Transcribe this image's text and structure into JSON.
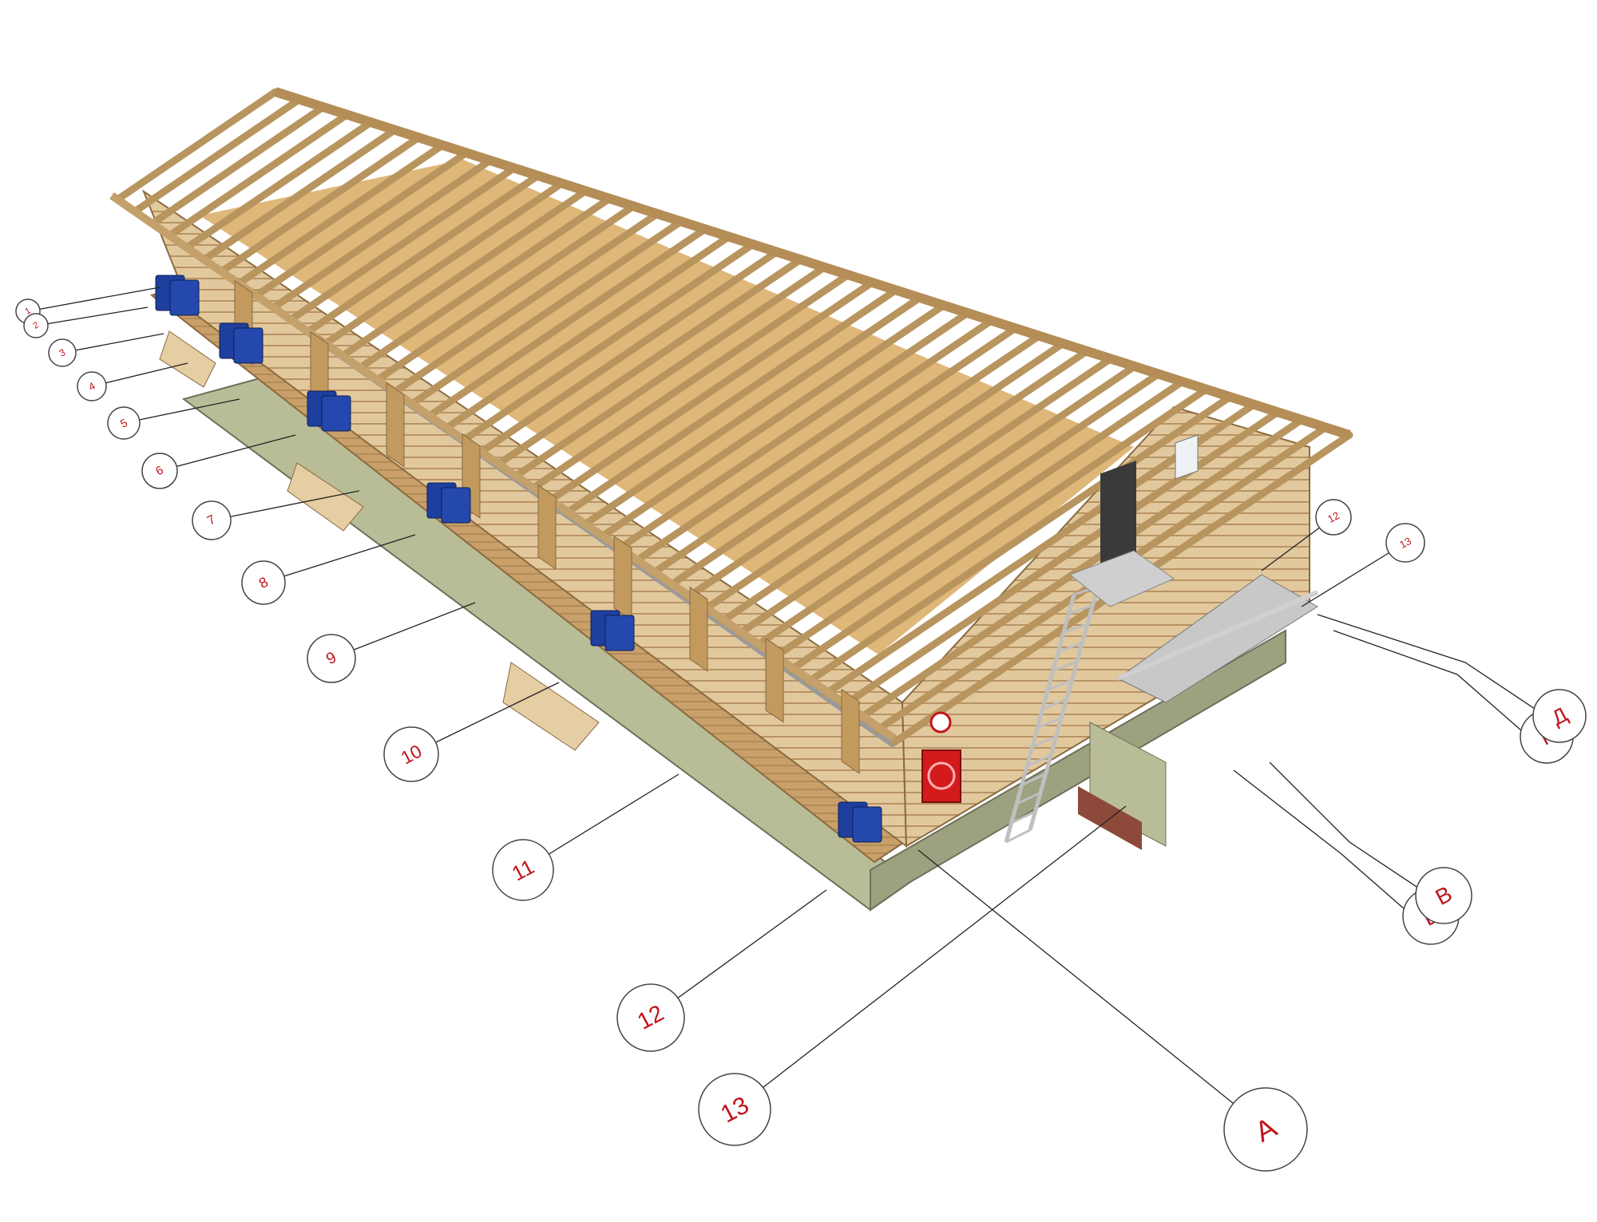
{
  "colors": {
    "leader": "#222222",
    "bubble_fill": "#ffffff",
    "bubble_stroke": "#444444",
    "bubble_text": "#c0141c",
    "timber_light": "#e8cfa6",
    "timber_mid": "#cfae7e",
    "timber_dark": "#a9875a",
    "floor": "#c79a55",
    "plinth": "#b9bd97",
    "plinth_dark": "#8f9276",
    "bin_blue": "#1f3f9e",
    "stair_metal": "#d8d8d8",
    "fire_cabinet": "#d21b1b"
  },
  "left_axes": [
    "1",
    "2",
    "3",
    "4",
    "5",
    "6",
    "7",
    "8",
    "9",
    "10",
    "11",
    "12",
    "13"
  ],
  "right_end_axes": [
    "12",
    "13"
  ],
  "row_axes": [
    "А",
    "Б",
    "В",
    "Г",
    "Д"
  ]
}
